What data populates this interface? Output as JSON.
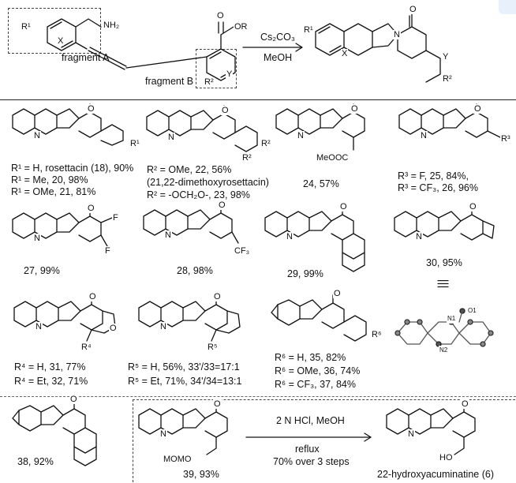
{
  "scheme": {
    "fragment_a": "fragment A",
    "fragment_b": "fragment B",
    "reagent": "Cs₂CO₃",
    "solvent": "MeOH",
    "r1": "R¹",
    "r2": "R²",
    "x": "X",
    "y": "Y",
    "nh2": "NH₂",
    "ester_o": "O",
    "ester_or": "OR",
    "product_o": "O",
    "product_n": "N"
  },
  "compounds": {
    "c18": {
      "line1": "R¹ = H, rosettacin (18), 90%",
      "line2": "R¹ = Me, 20, 98%",
      "line3": "R¹ = OMe, 21, 81%",
      "sub": "R¹"
    },
    "c22": {
      "line1": "R² = OMe, 22, 56%",
      "line2": "(21,22-dimethoxyrosettacin)",
      "line3": "R² = -OCH₂O-, 23, 98%",
      "sub1": "R²",
      "sub2": "R²"
    },
    "c24": {
      "label": "24, 57%",
      "sub": "MeOOC"
    },
    "c25": {
      "line1": "R³ = F, 25, 84%,",
      "line2": "R³ = CF₃, 26, 96%",
      "sub": "R³"
    },
    "c27": {
      "label": "27, 99%",
      "f1": "F",
      "f2": "F"
    },
    "c28": {
      "label": "28, 98%",
      "sub": "CF₃"
    },
    "c29": {
      "label": "29, 99%"
    },
    "c30": {
      "label": "30, 95%",
      "equiv": "|||"
    },
    "c31": {
      "line1": "R⁴ = H, 31, 77%",
      "line2": "R⁴ = Et, 32, 71%",
      "sub": "R⁴",
      "o": "O"
    },
    "c33": {
      "line1": "R⁵ = H, 56%, 33'/33=17:1",
      "line2": "R⁵ = Et, 71%, 34'/34=13:1",
      "sub": "R⁵"
    },
    "c35": {
      "line1": "R⁶ = H, 35, 82%",
      "line2": "R⁶ = OMe, 36, 74%",
      "line3": "R⁶ = CF₃, 37, 84%",
      "sub": "R⁶"
    },
    "c38": {
      "label": "38, 92%"
    },
    "c39": {
      "label": "39, 93%",
      "sub": "MOMO"
    },
    "c6": {
      "label": "22-hydroxyacuminatine (6)",
      "sub": "HO"
    },
    "crystal": {
      "o1": "O1",
      "n1": "N1",
      "n2": "N2"
    }
  },
  "final_step": {
    "reagents": "2 N HCl, MeOH",
    "conditions": "reflux",
    "yield": "70% over 3 steps"
  },
  "atoms": {
    "n": "N",
    "o": "O"
  }
}
